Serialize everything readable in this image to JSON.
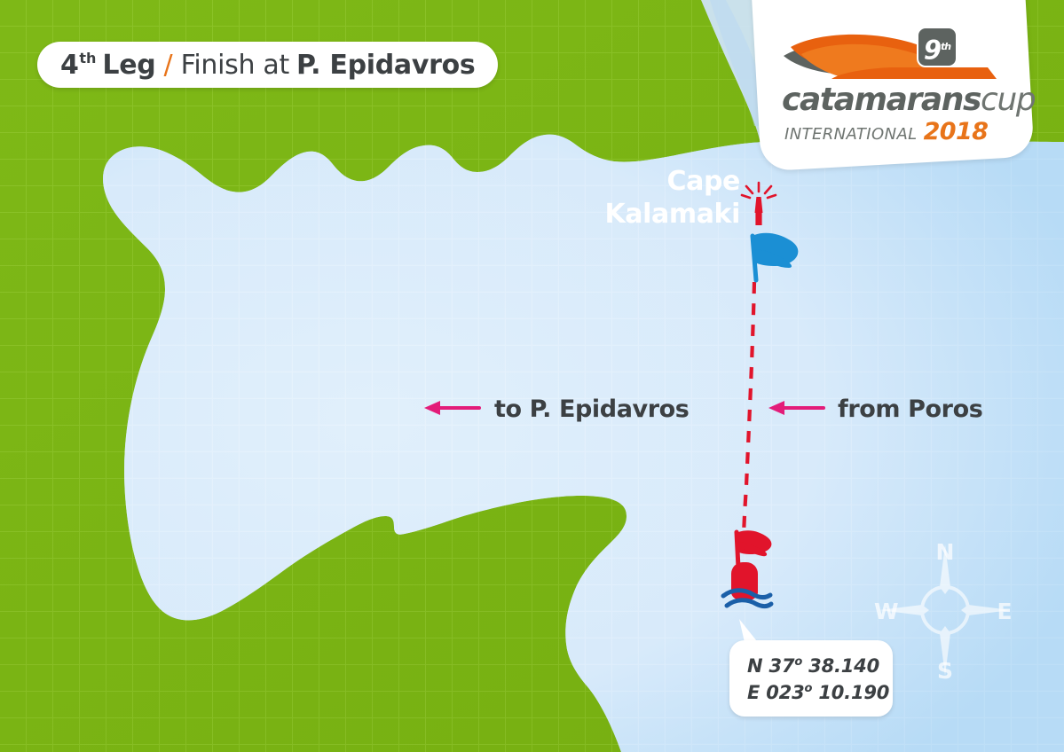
{
  "colors": {
    "land_green": "#7ab414",
    "land_green_dark": "#6da40f",
    "sea_light": "#dcebfa",
    "sea_deep": "#aed6f3",
    "grid_line": "#ffffff",
    "accent_orange": "#e8741a",
    "accent_magenta": "#e31c79",
    "route_red": "#e1142b",
    "marker_blue": "#1b8fd4",
    "text_dark": "#3c4043",
    "logo_gray": "#5d6360"
  },
  "title": {
    "leg_number": "4",
    "leg_ordinal": "th",
    "leg_word": "Leg",
    "separator": "/",
    "finish_text": "Finish at",
    "finish_place": "P. Epidavros"
  },
  "logo": {
    "badge_number": "9",
    "badge_ordinal": "th",
    "word_bold": "catamarans",
    "word_light": "cup",
    "subtitle": "INTERNATIONAL",
    "year": "2018"
  },
  "map": {
    "cape_label_line1": "Cape",
    "cape_label_line2": "Kalamaki",
    "route_to_label": "to P. Epidavros",
    "route_from_label": "from Poros",
    "coordinates": {
      "latitude_prefix": "N 37",
      "latitude_degree": "o",
      "latitude_minutes": " 38.140",
      "longitude_prefix": "E 023",
      "longitude_degree": "o",
      "longitude_minutes": " 10.190"
    },
    "compass": {
      "north": "N",
      "south": "S",
      "west": "W",
      "east": "E"
    },
    "markers": [
      {
        "name": "lighthouse-marker",
        "label": "Cape Kalamaki lighthouse"
      },
      {
        "name": "blue-flag-marker",
        "label": "Finish line flag"
      },
      {
        "name": "red-buoy-marker",
        "label": "Start buoy"
      }
    ]
  }
}
